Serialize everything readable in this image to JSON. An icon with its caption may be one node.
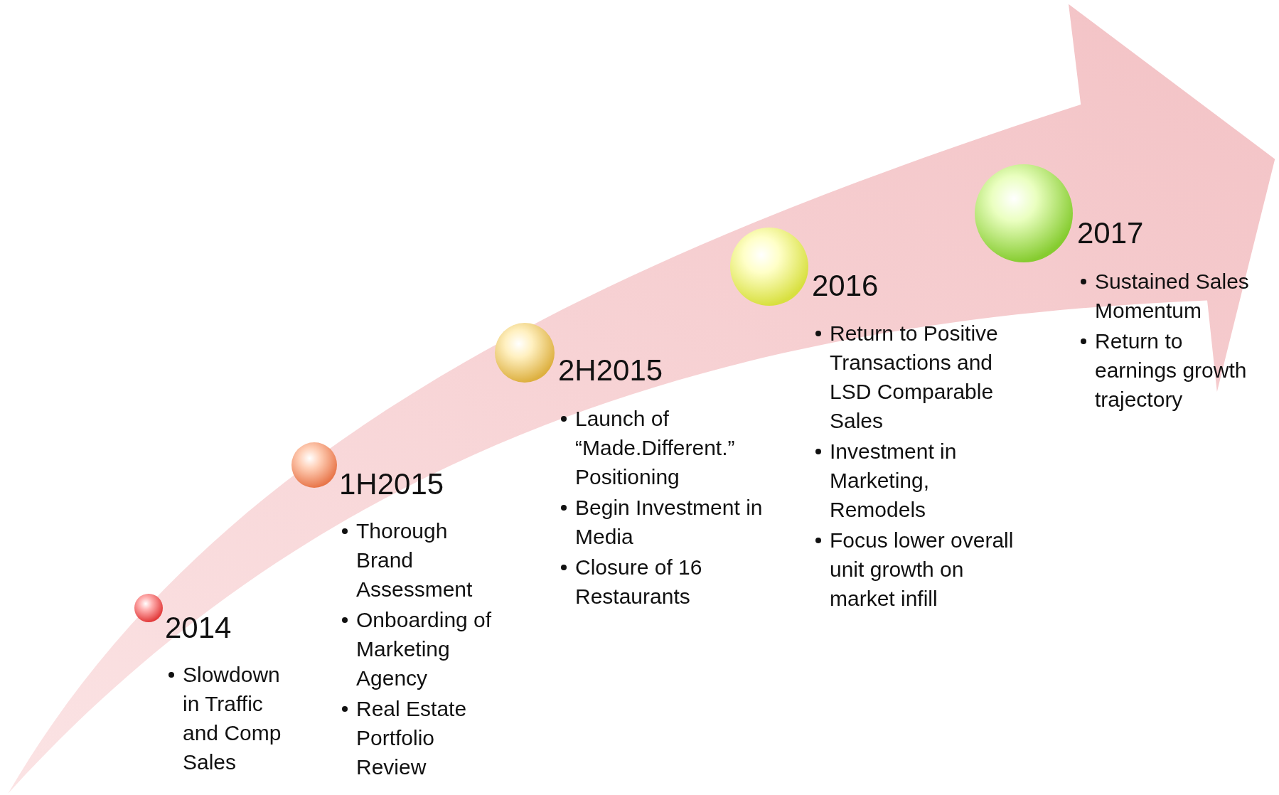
{
  "diagram": {
    "nodes": [
      {
        "text": [
          "2014",
          "Slowdown in Traffic and Comp Sales"
        ]
      },
      {
        "text": [
          "1H2015",
          "Thorough Brand Assessment",
          "Onboarding of Marketing Agency",
          "Real Estate Portfolio Review"
        ]
      },
      {
        "text": [
          "2H2015",
          "Launch of “Made.Different.” Positioning",
          "Begin Investment in Media",
          "Closure of 16 Restaurants"
        ]
      },
      {
        "text": [
          "2016",
          "Return to Positive Transactions and LSD Comparable Sales",
          "Investment in Marketing, Remodels",
          "Focus lower overall unit growth on market infill"
        ]
      },
      {
        "text": [
          "2017",
          "Sustained Sales Momentum",
          "Return to earnings growth trajectory"
        ]
      }
    ]
  }
}
